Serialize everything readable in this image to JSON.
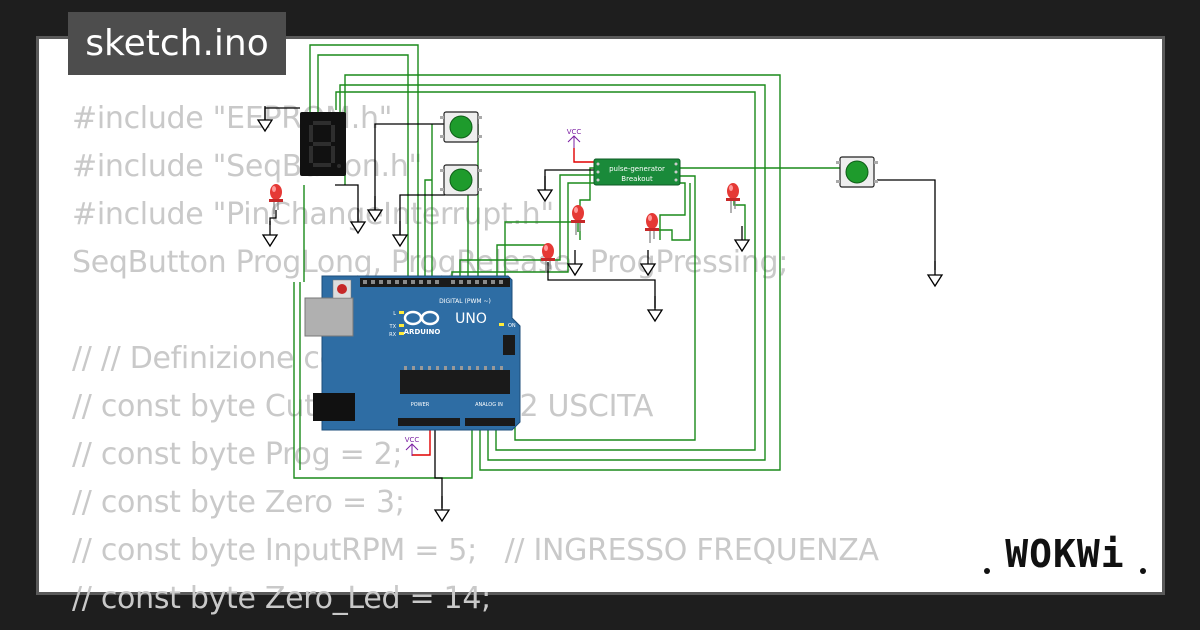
{
  "project": {
    "title": "sketch.ino"
  },
  "code_lines": [
    "#include \"EEPROM.h\"",
    "#include \"SeqButton.h\"",
    "#include \"PinChangeInterrupt.h\"",
    "SeqButton ProgLong, ProgRelease, ProgPressing;",
    "",
    "// // Definizione costanti pin",
    "// const byte Cut = 10;     // PB2 USCITA",
    "// const byte Prog = 2;",
    "// const byte Zero = 3;",
    "// const byte InputRPM = 5;   // INGRESSO FREQUENZA",
    "// const byte Zero_Led = 14;"
  ],
  "components": {
    "vcc_label": "VCC",
    "pulse_generator": {
      "line1": "pulse-generator",
      "line2": "Breakout"
    },
    "arduino": {
      "brand": "ARDUINO",
      "model": "UNO",
      "digital_label": "DIGITAL (PWM ~)",
      "analog_label": "ANALOG IN",
      "power_label": "POWER",
      "on_label": "ON",
      "led_labels": [
        "L",
        "TX",
        "RX"
      ]
    }
  },
  "colors": {
    "wire": "#1a8a1a",
    "wire_power": "#e00000",
    "board": "#2e6da4",
    "button": "#1e9b2c",
    "led": "#e53935"
  },
  "logo": {
    "text": "WOKWi"
  }
}
